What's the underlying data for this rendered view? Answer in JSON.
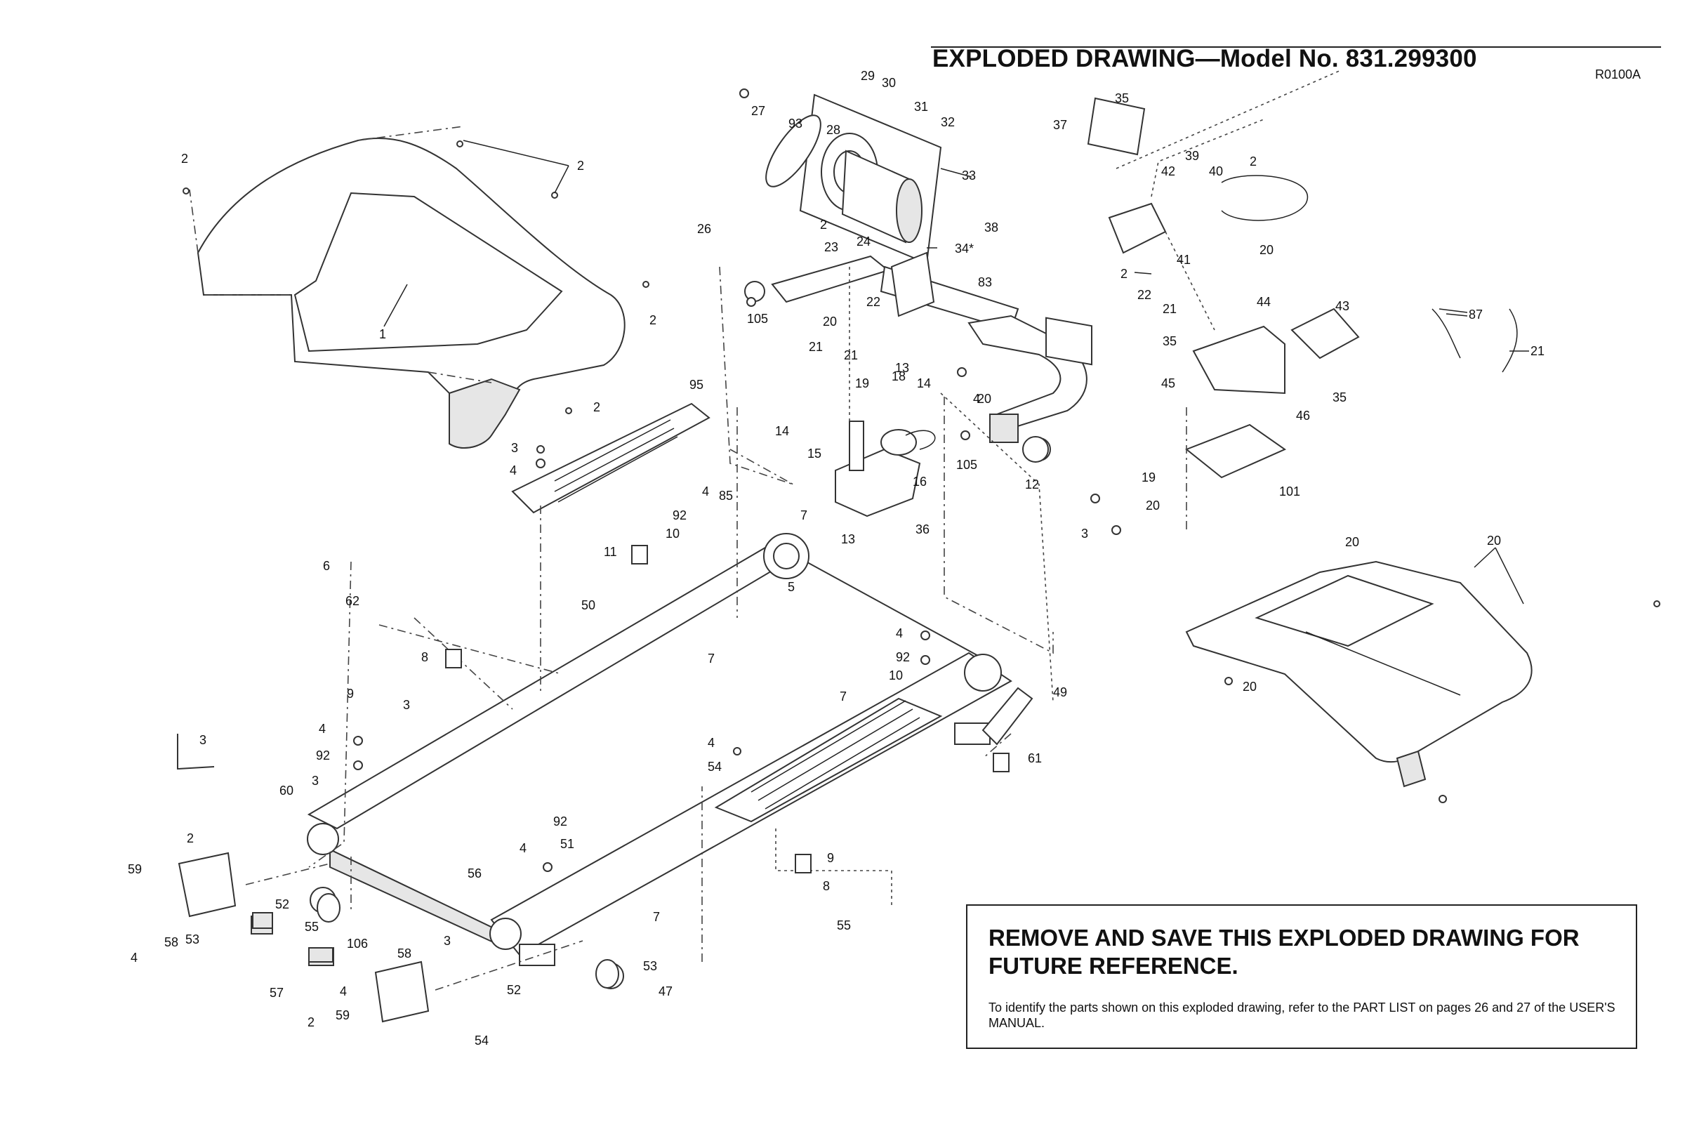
{
  "header": {
    "title": "EXPLODED DRAWING—Model No. 831.299300",
    "drawing_code": "R0100A"
  },
  "notice": {
    "heading": "REMOVE AND SAVE THIS EXPLODED DRAWING FOR FUTURE REFERENCE.",
    "body": "To identify the parts shown on this exploded drawing, refer to the PART LIST on pages 26 and 27 of the USER'S MANUAL."
  },
  "callouts": [
    {
      "id": "c1",
      "text": "1"
    },
    {
      "id": "c2a",
      "text": "2"
    },
    {
      "id": "c2b",
      "text": "2"
    },
    {
      "id": "c2c",
      "text": "2"
    },
    {
      "id": "c2d",
      "text": "2"
    },
    {
      "id": "c95",
      "text": "95"
    },
    {
      "id": "c3a",
      "text": "3"
    },
    {
      "id": "c4a",
      "text": "4"
    },
    {
      "id": "c27",
      "text": "27"
    },
    {
      "id": "c93",
      "text": "93"
    },
    {
      "id": "c28",
      "text": "28"
    },
    {
      "id": "c29",
      "text": "29"
    },
    {
      "id": "c30",
      "text": "30"
    },
    {
      "id": "c31",
      "text": "31"
    },
    {
      "id": "c32",
      "text": "32"
    },
    {
      "id": "c33",
      "text": "33"
    },
    {
      "id": "c26",
      "text": "26"
    },
    {
      "id": "c2e",
      "text": "2"
    },
    {
      "id": "c23",
      "text": "23"
    },
    {
      "id": "c24",
      "text": "24"
    },
    {
      "id": "c34",
      "text": "34*"
    },
    {
      "id": "c105a",
      "text": "105"
    },
    {
      "id": "c83",
      "text": "83"
    },
    {
      "id": "c20a",
      "text": "20"
    },
    {
      "id": "c22a",
      "text": "22"
    },
    {
      "id": "c21a",
      "text": "21"
    },
    {
      "id": "c21b",
      "text": "21"
    },
    {
      "id": "c19a",
      "text": "19"
    },
    {
      "id": "c13a",
      "text": "13"
    },
    {
      "id": "c14a",
      "text": "14"
    },
    {
      "id": "c18",
      "text": "18"
    },
    {
      "id": "c4b",
      "text": "4"
    },
    {
      "id": "c20b",
      "text": "20"
    },
    {
      "id": "c14b",
      "text": "14"
    },
    {
      "id": "c15",
      "text": "15"
    },
    {
      "id": "c16",
      "text": "16"
    },
    {
      "id": "c105b",
      "text": "105"
    },
    {
      "id": "c12",
      "text": "12"
    },
    {
      "id": "c13b",
      "text": "13"
    },
    {
      "id": "c36",
      "text": "36"
    },
    {
      "id": "c37",
      "text": "37"
    },
    {
      "id": "c35a",
      "text": "35"
    },
    {
      "id": "c38",
      "text": "38"
    },
    {
      "id": "c39",
      "text": "39"
    },
    {
      "id": "c40",
      "text": "40"
    },
    {
      "id": "c2f",
      "text": "2"
    },
    {
      "id": "c42",
      "text": "42"
    },
    {
      "id": "c2g",
      "text": "2"
    },
    {
      "id": "c41",
      "text": "41"
    },
    {
      "id": "c20c",
      "text": "20"
    },
    {
      "id": "c22b",
      "text": "22"
    },
    {
      "id": "c21c",
      "text": "21"
    },
    {
      "id": "c35b",
      "text": "35"
    },
    {
      "id": "c44",
      "text": "44"
    },
    {
      "id": "c43",
      "text": "43"
    },
    {
      "id": "c45",
      "text": "45"
    },
    {
      "id": "c35c",
      "text": "35"
    },
    {
      "id": "c46",
      "text": "46"
    },
    {
      "id": "c101",
      "text": "101"
    },
    {
      "id": "c87",
      "text": "87"
    },
    {
      "id": "c21d",
      "text": "21"
    },
    {
      "id": "c19b",
      "text": "19"
    },
    {
      "id": "c20d",
      "text": "20"
    },
    {
      "id": "c3b",
      "text": "3"
    },
    {
      "id": "c4c",
      "text": "4"
    },
    {
      "id": "c92a",
      "text": "92"
    },
    {
      "id": "c10a",
      "text": "10"
    },
    {
      "id": "c85",
      "text": "85"
    },
    {
      "id": "c7a",
      "text": "7"
    },
    {
      "id": "c11",
      "text": "11"
    },
    {
      "id": "c5",
      "text": "5"
    },
    {
      "id": "c6",
      "text": "6"
    },
    {
      "id": "c62",
      "text": "62"
    },
    {
      "id": "c50",
      "text": "50"
    },
    {
      "id": "c7b",
      "text": "7"
    },
    {
      "id": "c8a",
      "text": "8"
    },
    {
      "id": "c9a",
      "text": "9"
    },
    {
      "id": "c3c",
      "text": "3"
    },
    {
      "id": "c4d",
      "text": "4"
    },
    {
      "id": "c92b",
      "text": "92"
    },
    {
      "id": "c10b",
      "text": "10"
    },
    {
      "id": "c49",
      "text": "49"
    },
    {
      "id": "c7c",
      "text": "7"
    },
    {
      "id": "c61",
      "text": "61"
    },
    {
      "id": "c3d",
      "text": "3"
    },
    {
      "id": "c4e",
      "text": "4"
    },
    {
      "id": "c92c",
      "text": "92"
    },
    {
      "id": "c3e",
      "text": "3"
    },
    {
      "id": "c4f",
      "text": "4"
    },
    {
      "id": "c54a",
      "text": "54"
    },
    {
      "id": "c60",
      "text": "60"
    },
    {
      "id": "c2h",
      "text": "2"
    },
    {
      "id": "c59a",
      "text": "59"
    },
    {
      "id": "c4g",
      "text": "4"
    },
    {
      "id": "c58a",
      "text": "58"
    },
    {
      "id": "c53a",
      "text": "53"
    },
    {
      "id": "c52a",
      "text": "52"
    },
    {
      "id": "c55a",
      "text": "55"
    },
    {
      "id": "c106",
      "text": "106"
    },
    {
      "id": "c57",
      "text": "57"
    },
    {
      "id": "c58b",
      "text": "58"
    },
    {
      "id": "c4h",
      "text": "4"
    },
    {
      "id": "c59b",
      "text": "59"
    },
    {
      "id": "c2i",
      "text": "2"
    },
    {
      "id": "c54b",
      "text": "54"
    },
    {
      "id": "c56",
      "text": "56"
    },
    {
      "id": "c3f",
      "text": "3"
    },
    {
      "id": "c92d",
      "text": "92"
    },
    {
      "id": "c4i",
      "text": "4"
    },
    {
      "id": "c51",
      "text": "51"
    },
    {
      "id": "c7d",
      "text": "7"
    },
    {
      "id": "c9b",
      "text": "9"
    },
    {
      "id": "c8b",
      "text": "8"
    },
    {
      "id": "c55b",
      "text": "55"
    },
    {
      "id": "c52b",
      "text": "52"
    },
    {
      "id": "c53b",
      "text": "53"
    },
    {
      "id": "c47",
      "text": "47"
    },
    {
      "id": "c20e",
      "text": "20"
    },
    {
      "id": "c20f",
      "text": "20"
    },
    {
      "id": "c20g",
      "text": "20"
    }
  ]
}
